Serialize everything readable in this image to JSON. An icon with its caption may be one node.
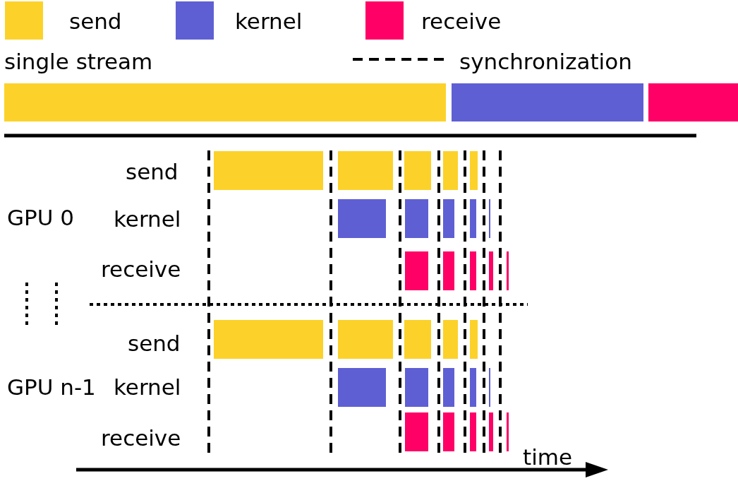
{
  "diagram": {
    "legend": [
      {
        "text": "send",
        "color": "#fcd22a"
      },
      {
        "text": "kernel",
        "color": "#5f5fd4"
      },
      {
        "text": "receive",
        "color": "#ff0066"
      },
      {
        "text": "synchronization"
      }
    ],
    "labels": [
      "single stream",
      "send",
      "GPU 0",
      "kernel",
      "receive",
      "send",
      "GPU n-1",
      "kernel",
      "receive",
      "time"
    ]
  }
}
